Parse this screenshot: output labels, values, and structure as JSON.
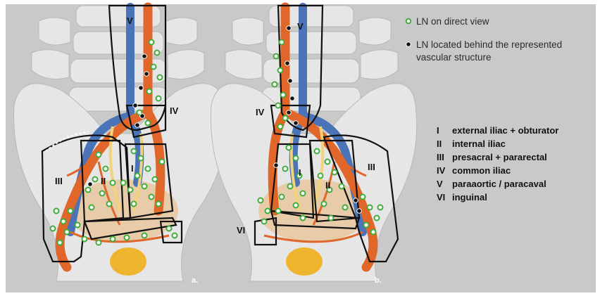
{
  "legend": {
    "direct": "LN on direct view",
    "behind_line1": "LN located behind the represented",
    "behind_line2": "vascular structure"
  },
  "key": [
    {
      "numeral": "I",
      "text": "external iliac + obturator"
    },
    {
      "numeral": "II",
      "text": "internal iliac"
    },
    {
      "numeral": "III",
      "text": "presacral + pararectal"
    },
    {
      "numeral": "IV",
      "text": "common iliac"
    },
    {
      "numeral": "V",
      "text": "paraaortic / paracaval"
    },
    {
      "numeral": "VI",
      "text": "inguinal"
    }
  ],
  "panels": {
    "a": {
      "tag": "a.",
      "labels": {
        "I": "I",
        "II": "II",
        "III": "III",
        "IV": "IV",
        "V": "V"
      }
    },
    "b": {
      "tag": "b.",
      "labels": {
        "I": "I",
        "II": "II",
        "III": "III",
        "IV": "IV",
        "V": "V",
        "VI": "VI"
      }
    }
  },
  "colors": {
    "background": "#c9c9c9",
    "bone": "#e6e6e6",
    "artery": "#e0662a",
    "vein": "#4a73b8",
    "nerve_ureter": "#f2d27a",
    "bladder": "#e8c79e",
    "rectum": "#f0b52e",
    "ln_direct_fill": "#ffffff",
    "ln_direct_stroke": "#3fae3a",
    "ln_behind_fill": "#111111"
  }
}
